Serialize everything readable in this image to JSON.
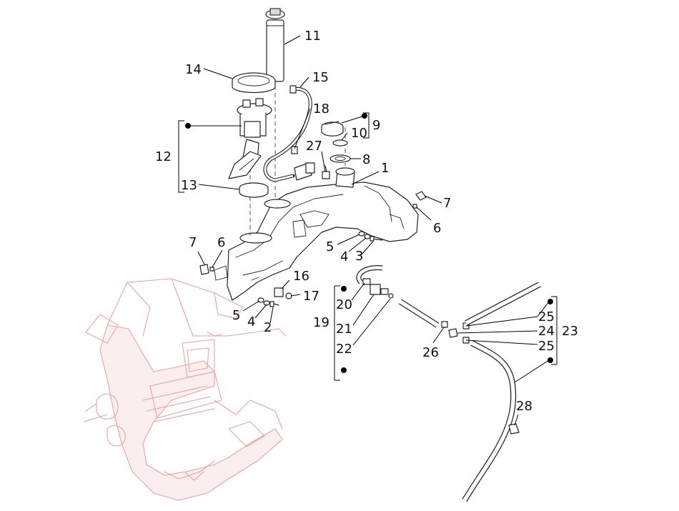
{
  "callouts": [
    {
      "id": "1",
      "text": "1"
    },
    {
      "id": "2",
      "text": "2"
    },
    {
      "id": "3",
      "text": "3"
    },
    {
      "id": "4a",
      "text": "4"
    },
    {
      "id": "4b",
      "text": "4"
    },
    {
      "id": "5a",
      "text": "5"
    },
    {
      "id": "5b",
      "text": "5"
    },
    {
      "id": "6a",
      "text": "6"
    },
    {
      "id": "6b",
      "text": "6"
    },
    {
      "id": "7a",
      "text": "7"
    },
    {
      "id": "7b",
      "text": "7"
    },
    {
      "id": "8",
      "text": "8"
    },
    {
      "id": "9",
      "text": "9"
    },
    {
      "id": "10",
      "text": "10"
    },
    {
      "id": "11",
      "text": "11"
    },
    {
      "id": "12",
      "text": "12"
    },
    {
      "id": "13",
      "text": "13"
    },
    {
      "id": "14",
      "text": "14"
    },
    {
      "id": "15",
      "text": "15"
    },
    {
      "id": "16",
      "text": "16"
    },
    {
      "id": "17",
      "text": "17"
    },
    {
      "id": "18",
      "text": "18"
    },
    {
      "id": "19",
      "text": "19"
    },
    {
      "id": "20",
      "text": "20"
    },
    {
      "id": "21",
      "text": "21"
    },
    {
      "id": "22",
      "text": "22"
    },
    {
      "id": "23",
      "text": "23"
    },
    {
      "id": "24",
      "text": "24"
    },
    {
      "id": "25a",
      "text": "25"
    },
    {
      "id": "25b",
      "text": "25"
    },
    {
      "id": "26",
      "text": "26"
    },
    {
      "id": "27",
      "text": "27"
    },
    {
      "id": "28",
      "text": "28"
    }
  ],
  "colors": {
    "frame_outline": "#e6a3a6",
    "part_outline": "#222222",
    "label_text": "#111111"
  }
}
